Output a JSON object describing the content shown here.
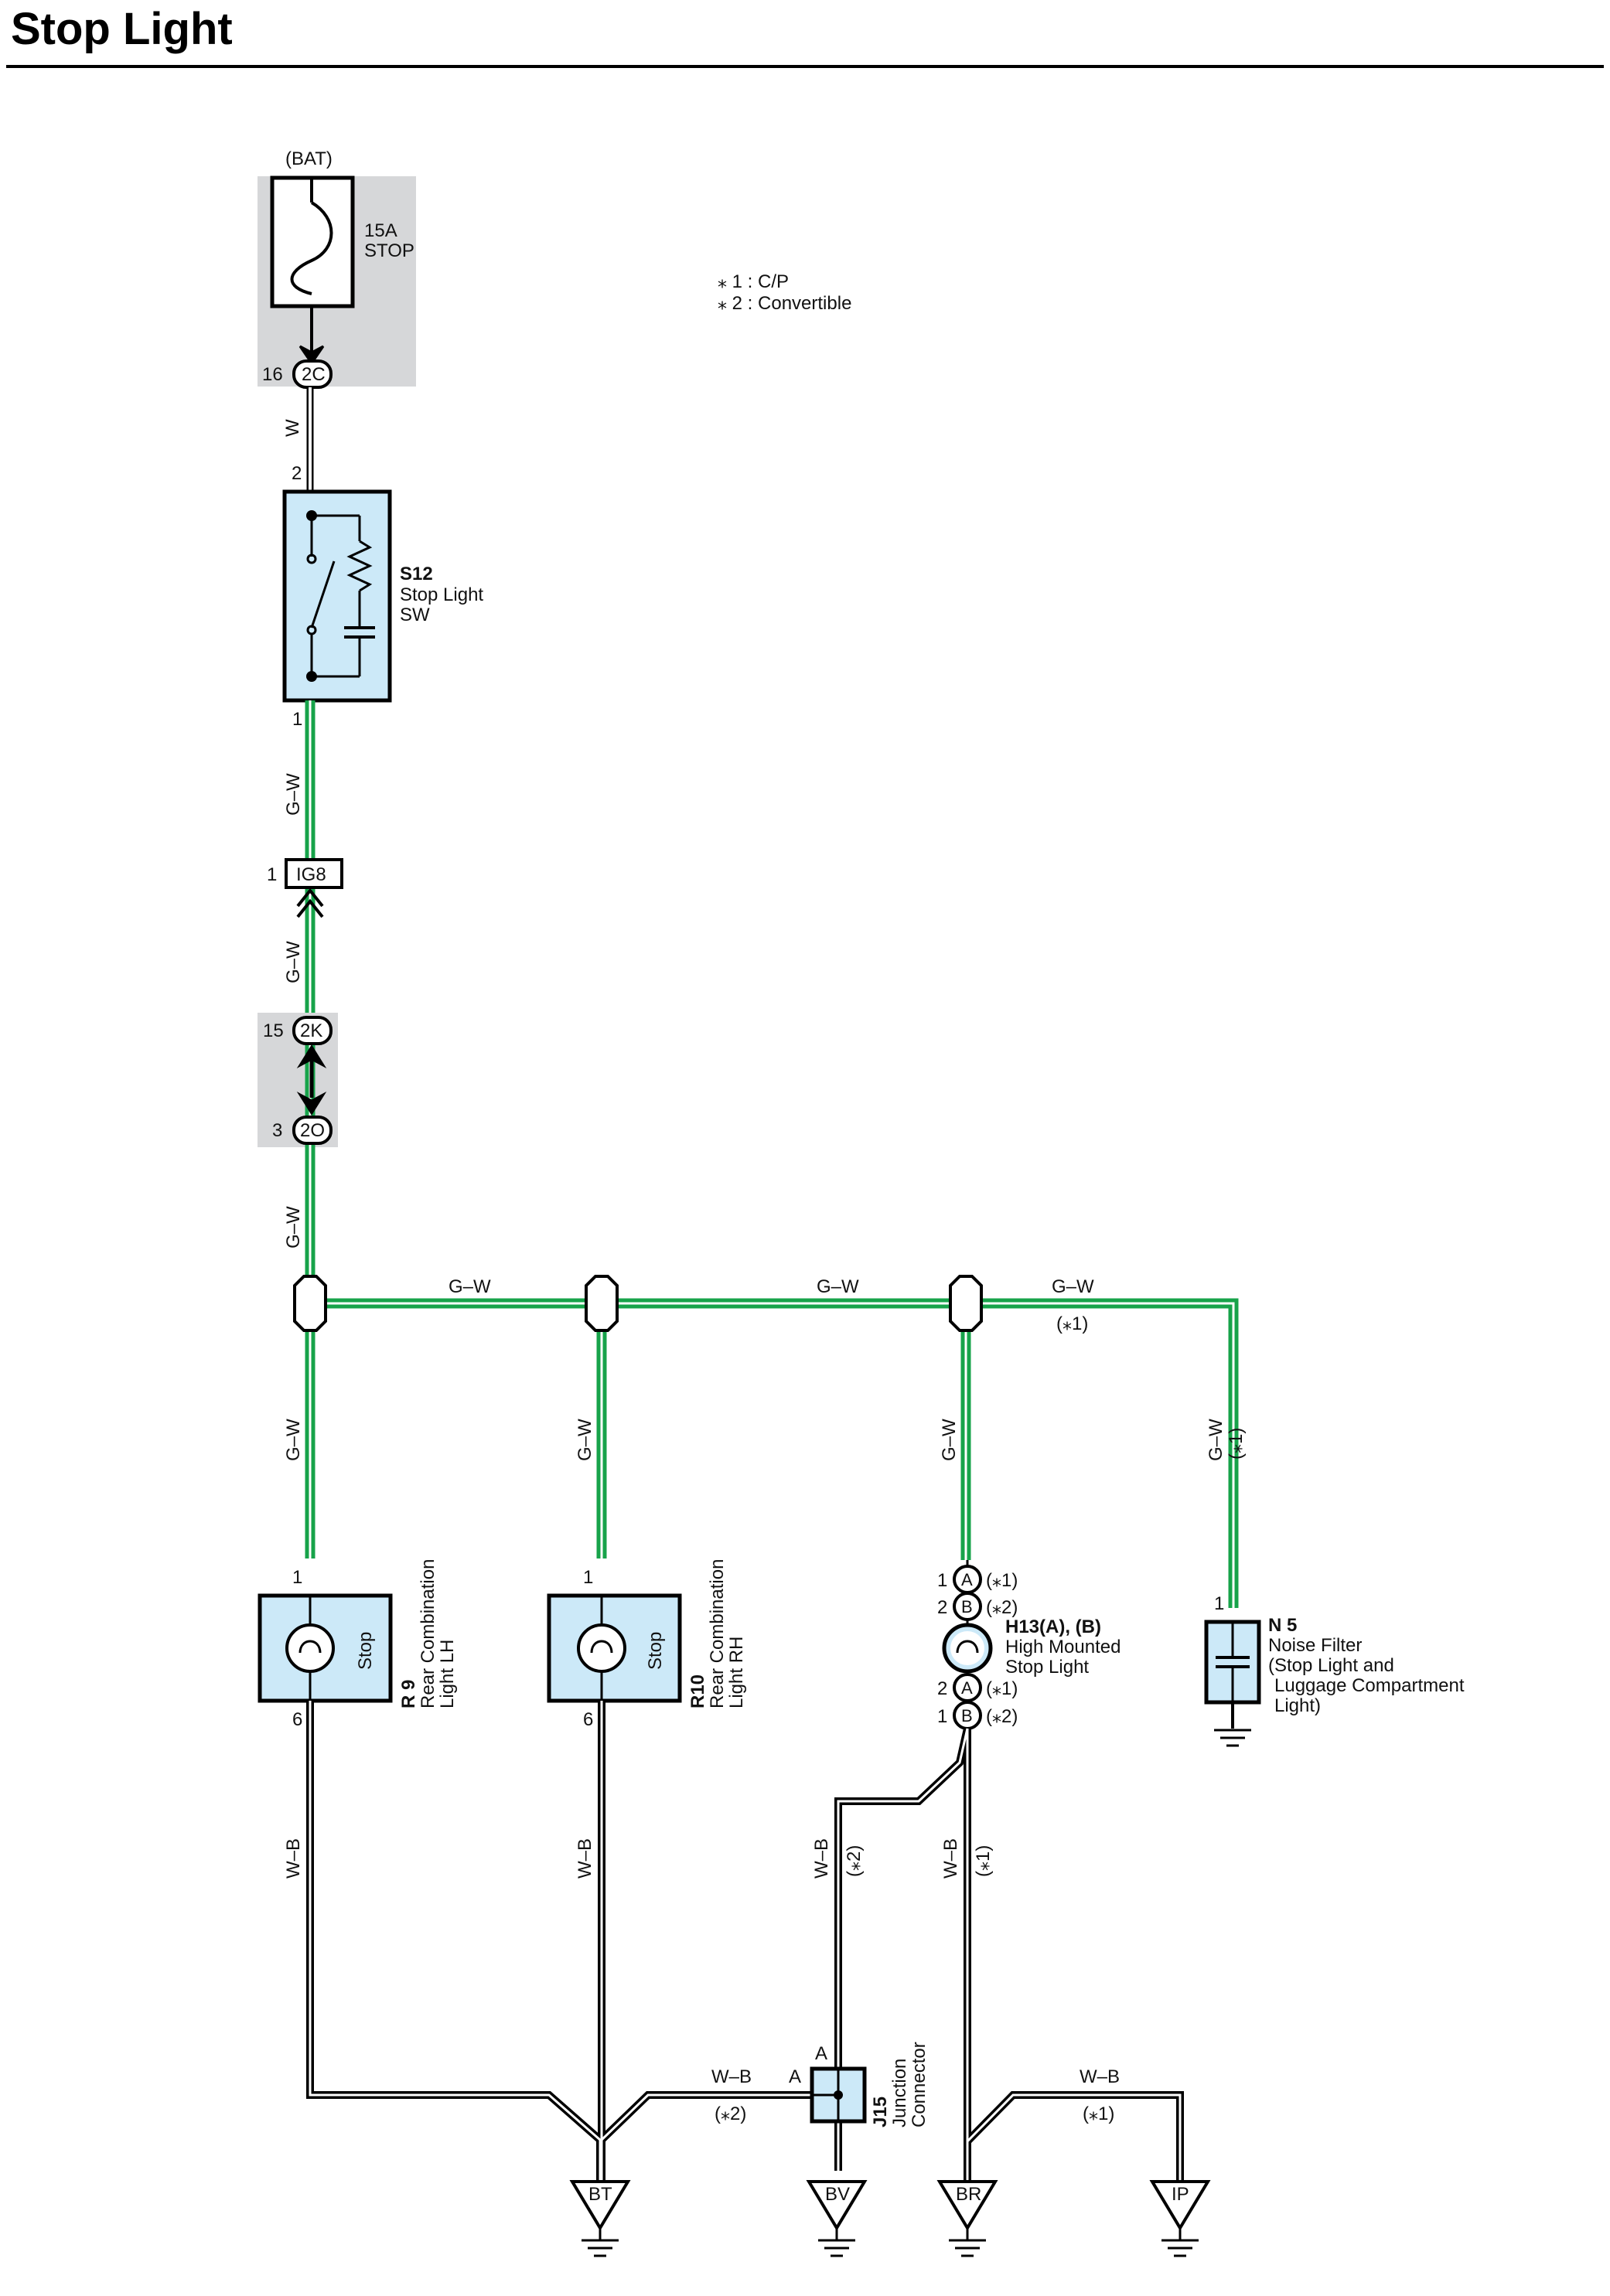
{
  "page_title": "Stop Light",
  "legend": {
    "note1": "⁎ 1 : C/P",
    "note2": "⁎ 2 : Convertible"
  },
  "colors": {
    "green_wire": "#17a34a",
    "component_fill": "#cce9f8",
    "junction_block": "#d6d7d9"
  },
  "fuse": {
    "source": "(BAT)",
    "rating": "15A",
    "name": "STOP",
    "connector": "2C",
    "pin": "16"
  },
  "stop_switch": {
    "code": "S12",
    "name1": "Stop Light",
    "name2": "SW",
    "pin_in": "2",
    "pin_out": "1"
  },
  "ig8": {
    "code": "IG8",
    "pin": "1"
  },
  "junction_2k": {
    "code": "2K",
    "pin": "15"
  },
  "junction_2o": {
    "code": "2O",
    "pin": "3"
  },
  "wire_labels": {
    "w": "W",
    "gw": "G–W",
    "wb": "W–B",
    "note1": "(⁎1)",
    "note2": "(⁎2)"
  },
  "r9": {
    "code": "R 9",
    "name1": "Rear Combination",
    "name2": "Light LH",
    "bulb": "Stop",
    "pin_in": "1",
    "pin_out": "6"
  },
  "r10": {
    "code": "R10",
    "name1": "Rear Combination",
    "name2": "Light RH",
    "bulb": "Stop",
    "pin_in": "1",
    "pin_out": "6"
  },
  "h13": {
    "code": "H13(A), (B)",
    "name1": "High Mounted",
    "name2": "Stop Light",
    "pins": [
      {
        "num": "1",
        "conn": "A",
        "note": "(⁎1)"
      },
      {
        "num": "2",
        "conn": "B",
        "note": "(⁎2)"
      },
      {
        "num": "2",
        "conn": "A",
        "note": "(⁎1)"
      },
      {
        "num": "1",
        "conn": "B",
        "note": "(⁎2)"
      }
    ]
  },
  "n5": {
    "code": "N 5",
    "name1": "Noise Filter",
    "name2": "(Stop Light and",
    "name3": "Luggage Compartment",
    "name4": "Light)",
    "pin": "1"
  },
  "j15": {
    "code": "J15",
    "name1": "Junction",
    "name2": "Connector",
    "pin_top": "A",
    "pin_left": "A"
  },
  "grounds": [
    "BT",
    "BV",
    "BR",
    "IP"
  ]
}
